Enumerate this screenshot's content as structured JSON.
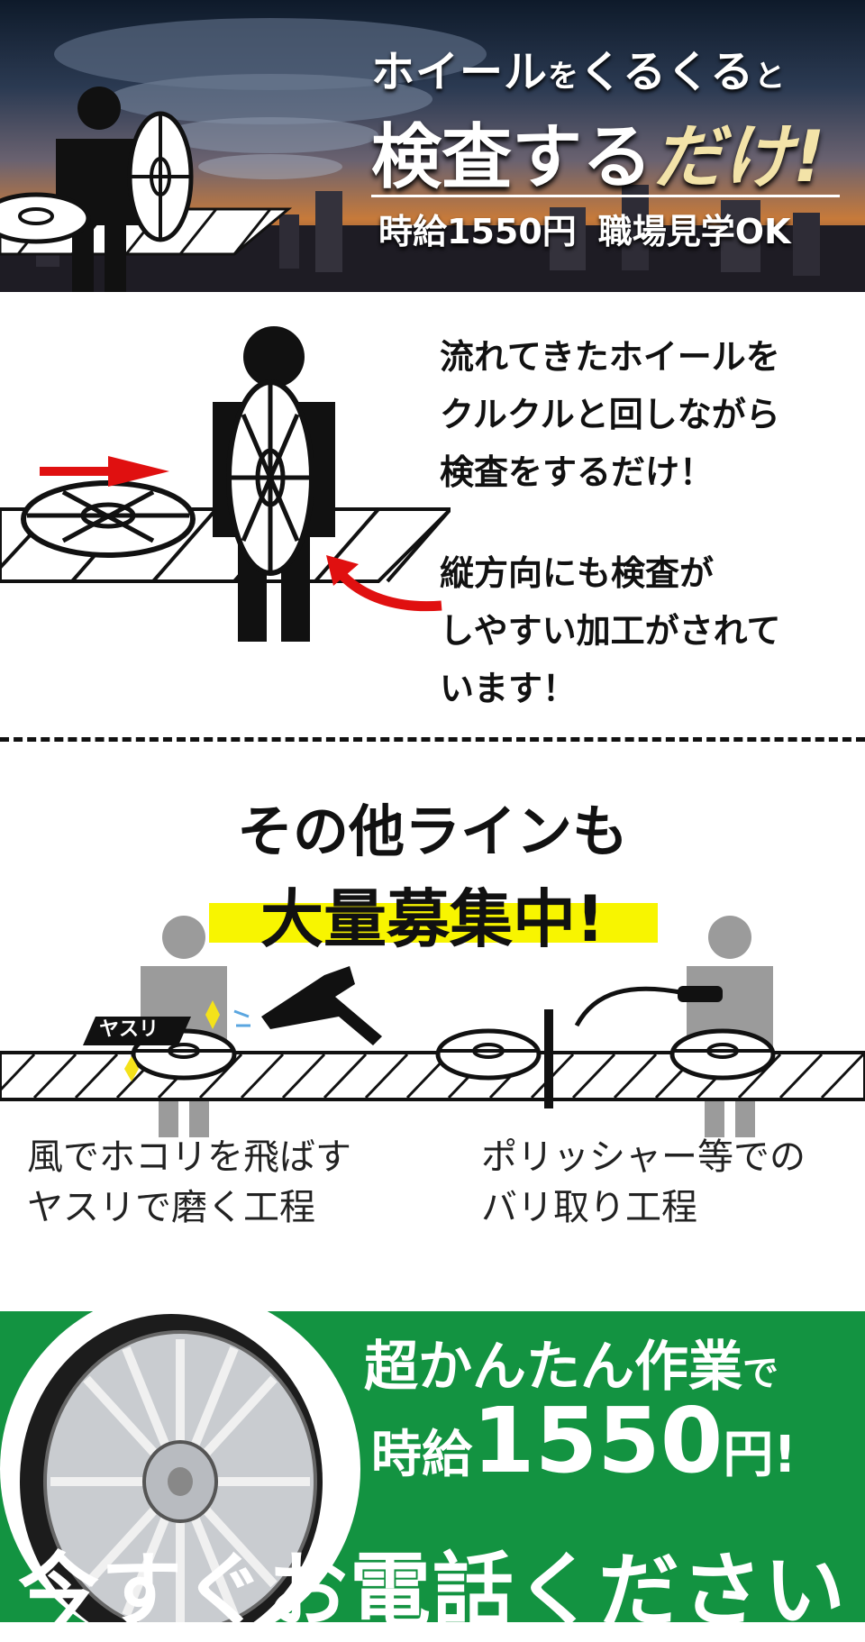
{
  "hero": {
    "line1_a": "ホイール",
    "line1_b": "を",
    "line1_c": "くるくる",
    "line1_d": "と",
    "line2_a": "検査する",
    "line2_b": "だけ!",
    "wage": "時給1550円",
    "tour": "職場見学OK"
  },
  "description": {
    "para1": [
      "流れてきたホイールを",
      "クルクルと回しながら",
      "検査をするだけ！"
    ],
    "para2": [
      "縦方向にも検査が",
      "しやすい加工がされて",
      "います！"
    ]
  },
  "other_lines": {
    "title1": "その他ラインも",
    "title2": "大量募集中!",
    "tag": "ヤスリ",
    "step1": [
      "風でホコリを飛ばす",
      "ヤスリで磨く工程"
    ],
    "step2": [
      "ポリッシャー等での",
      "バリ取り工程"
    ]
  },
  "cta": {
    "line1_a": "超かんたん作業",
    "line1_b": "で",
    "line2_a": "時給",
    "line2_num": "1550",
    "line2_yen": "円!",
    "call": "今すぐお電話ください"
  },
  "colors": {
    "green": "#139341",
    "highlight": "#f8f500",
    "arrow": "#e01010",
    "accent_text": "#f3e3a8"
  }
}
